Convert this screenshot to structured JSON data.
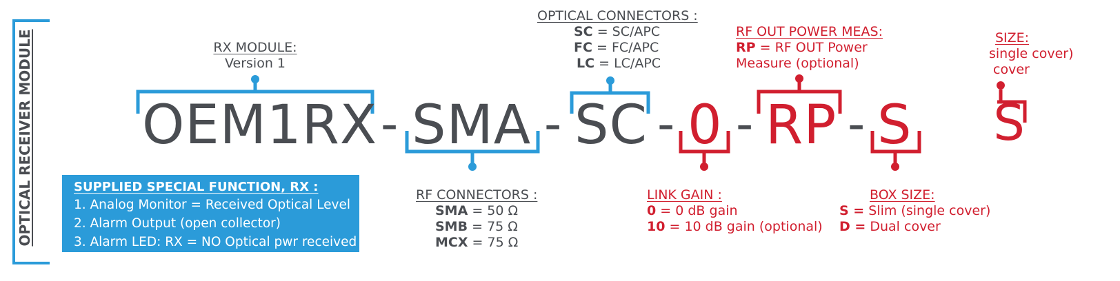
{
  "side_title": "OPTICAL RECEIVER MODULE",
  "code": {
    "part1": "OEM1RX",
    "part2": "SMA",
    "part3": "SC",
    "part4": "0",
    "part5": "RP",
    "part6": "S",
    "part7": "S",
    "separator": "-"
  },
  "rx_module": {
    "title": "RX MODULE:",
    "value": "Version 1"
  },
  "optical_connectors": {
    "title": "OPTICAL CONNECTORS :",
    "items": [
      {
        "code": "SC",
        "desc": "= SC/APC"
      },
      {
        "code": "FC",
        "desc": "= FC/APC"
      },
      {
        "code": "LC",
        "desc": "= LC/APC"
      }
    ]
  },
  "rf_out_power": {
    "title": "RF OUT POWER MEAS:",
    "code": "RP",
    "desc_line1": "= RF OUT Power",
    "desc_line2": "Measure (optional)"
  },
  "box_size_partial": {
    "title": "SIZE:",
    "line1": "single cover)",
    "line2": "cover"
  },
  "rf_connectors": {
    "title": "RF CONNECTORS :",
    "items": [
      {
        "code": "SMA",
        "desc": "= 50 Ω"
      },
      {
        "code": "SMB",
        "desc": "= 75 Ω"
      },
      {
        "code": "MCX",
        "desc": "= 75 Ω"
      }
    ]
  },
  "link_gain": {
    "title": "LINK GAIN :",
    "items": [
      {
        "code": "0",
        "desc": "= 0 dB gain"
      },
      {
        "code": "10",
        "desc": "= 10 dB gain (optional)"
      }
    ]
  },
  "box_size": {
    "title": "BOX SIZE:",
    "items": [
      {
        "code": "S =",
        "desc": "Slim (single cover)"
      },
      {
        "code": "D =",
        "desc": "Dual cover"
      }
    ]
  },
  "special_function": {
    "title": "SUPPLIED SPECIAL FUNCTION, RX :",
    "items": [
      "1.  Analog Monitor = Received Optical Level",
      "2.  Alarm Output (open collector)",
      "3.  Alarm LED: RX = NO Optical pwr received"
    ]
  },
  "colors": {
    "blue": "#2b9bd9",
    "red": "#d11f2f",
    "gray": "#4a4d52"
  }
}
